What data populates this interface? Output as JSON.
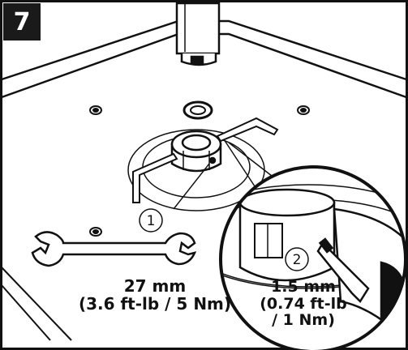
{
  "step": "7",
  "callouts": {
    "one": "1",
    "two": "2"
  },
  "torque_1": {
    "line1": "27 mm",
    "line2": "(3.6 ft-lb / 5 Nm)"
  },
  "torque_2": {
    "line1": "1.5 mm",
    "line2": "(0.74 ft-lb",
    "line3": "/ 1 Nm)"
  },
  "colors": {
    "ink": "#111111",
    "step_bg": "#1a1a1a",
    "paper": "#ffffff"
  }
}
